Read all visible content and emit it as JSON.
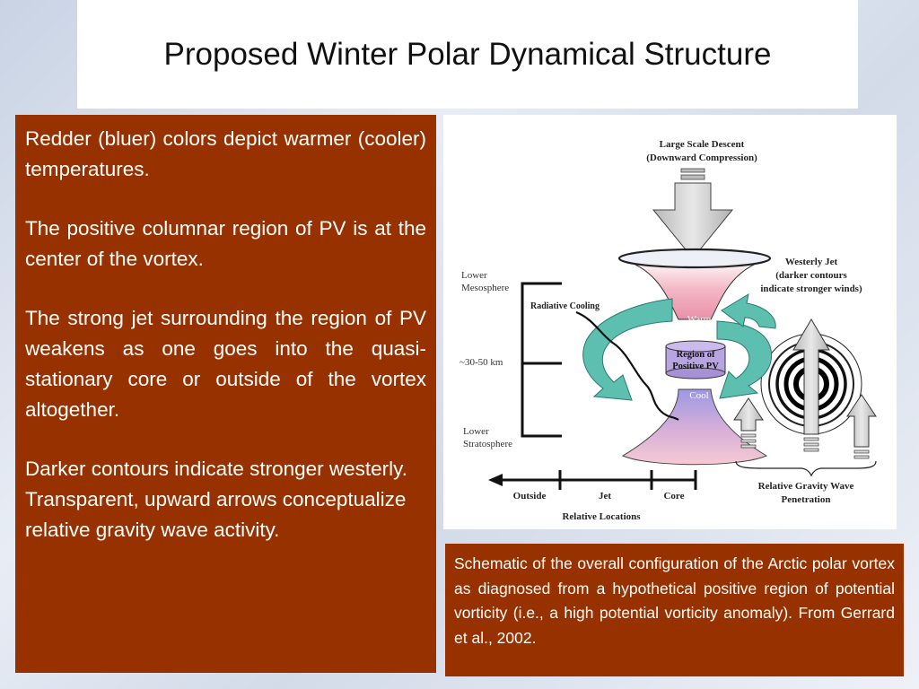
{
  "slide": {
    "title": "Proposed Winter Polar Dynamical Structure"
  },
  "left_panel": {
    "paragraphs": [
      "Redder (bluer) colors depict warmer (cooler) temperatures.",
      "The positive columnar region of PV is at the center of the vortex.",
      "The strong jet surrounding the region of PV weakens as one goes into the quasi-stationary core or outside of the vortex altogether.",
      "Darker contours indicate stronger westerly. Transparent, upward arrows conceptualize relative gravity wave activity."
    ]
  },
  "figure": {
    "top_label_1": "Large Scale Descent",
    "top_label_2": "(Downward Compression)",
    "jet_label_1": "Westerly Jet",
    "jet_label_2": "(darker contours",
    "jet_label_3": "indicate stronger winds)",
    "lower_meso_1": "Lower",
    "lower_meso_2": "Mesosphere",
    "altitude": "~30-50 km",
    "lower_strat_1": "Lower",
    "lower_strat_2": "Stratosphere",
    "radiative_cooling": "Radiative Cooling",
    "warm": "Warm",
    "pv_region_1": "Region of",
    "pv_region_2": "Positive PV",
    "cool": "Cool",
    "gw_label_1": "Relative Gravity Wave",
    "gw_label_2": "Penetration",
    "axis_outside": "Outside",
    "axis_jet": "Jet",
    "axis_core": "Core",
    "axis_title": "Relative Locations"
  },
  "caption": {
    "text": "Schematic of the overall configuration of the Arctic polar vortex as diagnosed from a hypothetical positive region of potential vorticity (i.e., a high potential vorticity anomaly). From Gerrard et al., 2002."
  },
  "colors": {
    "panel_bg": "#973200",
    "warm": "#f0a0b4",
    "cool": "#a8a0e0",
    "circulation_arrow": "#5cbfb0",
    "pv_cylinder": "#b8a4e0"
  }
}
